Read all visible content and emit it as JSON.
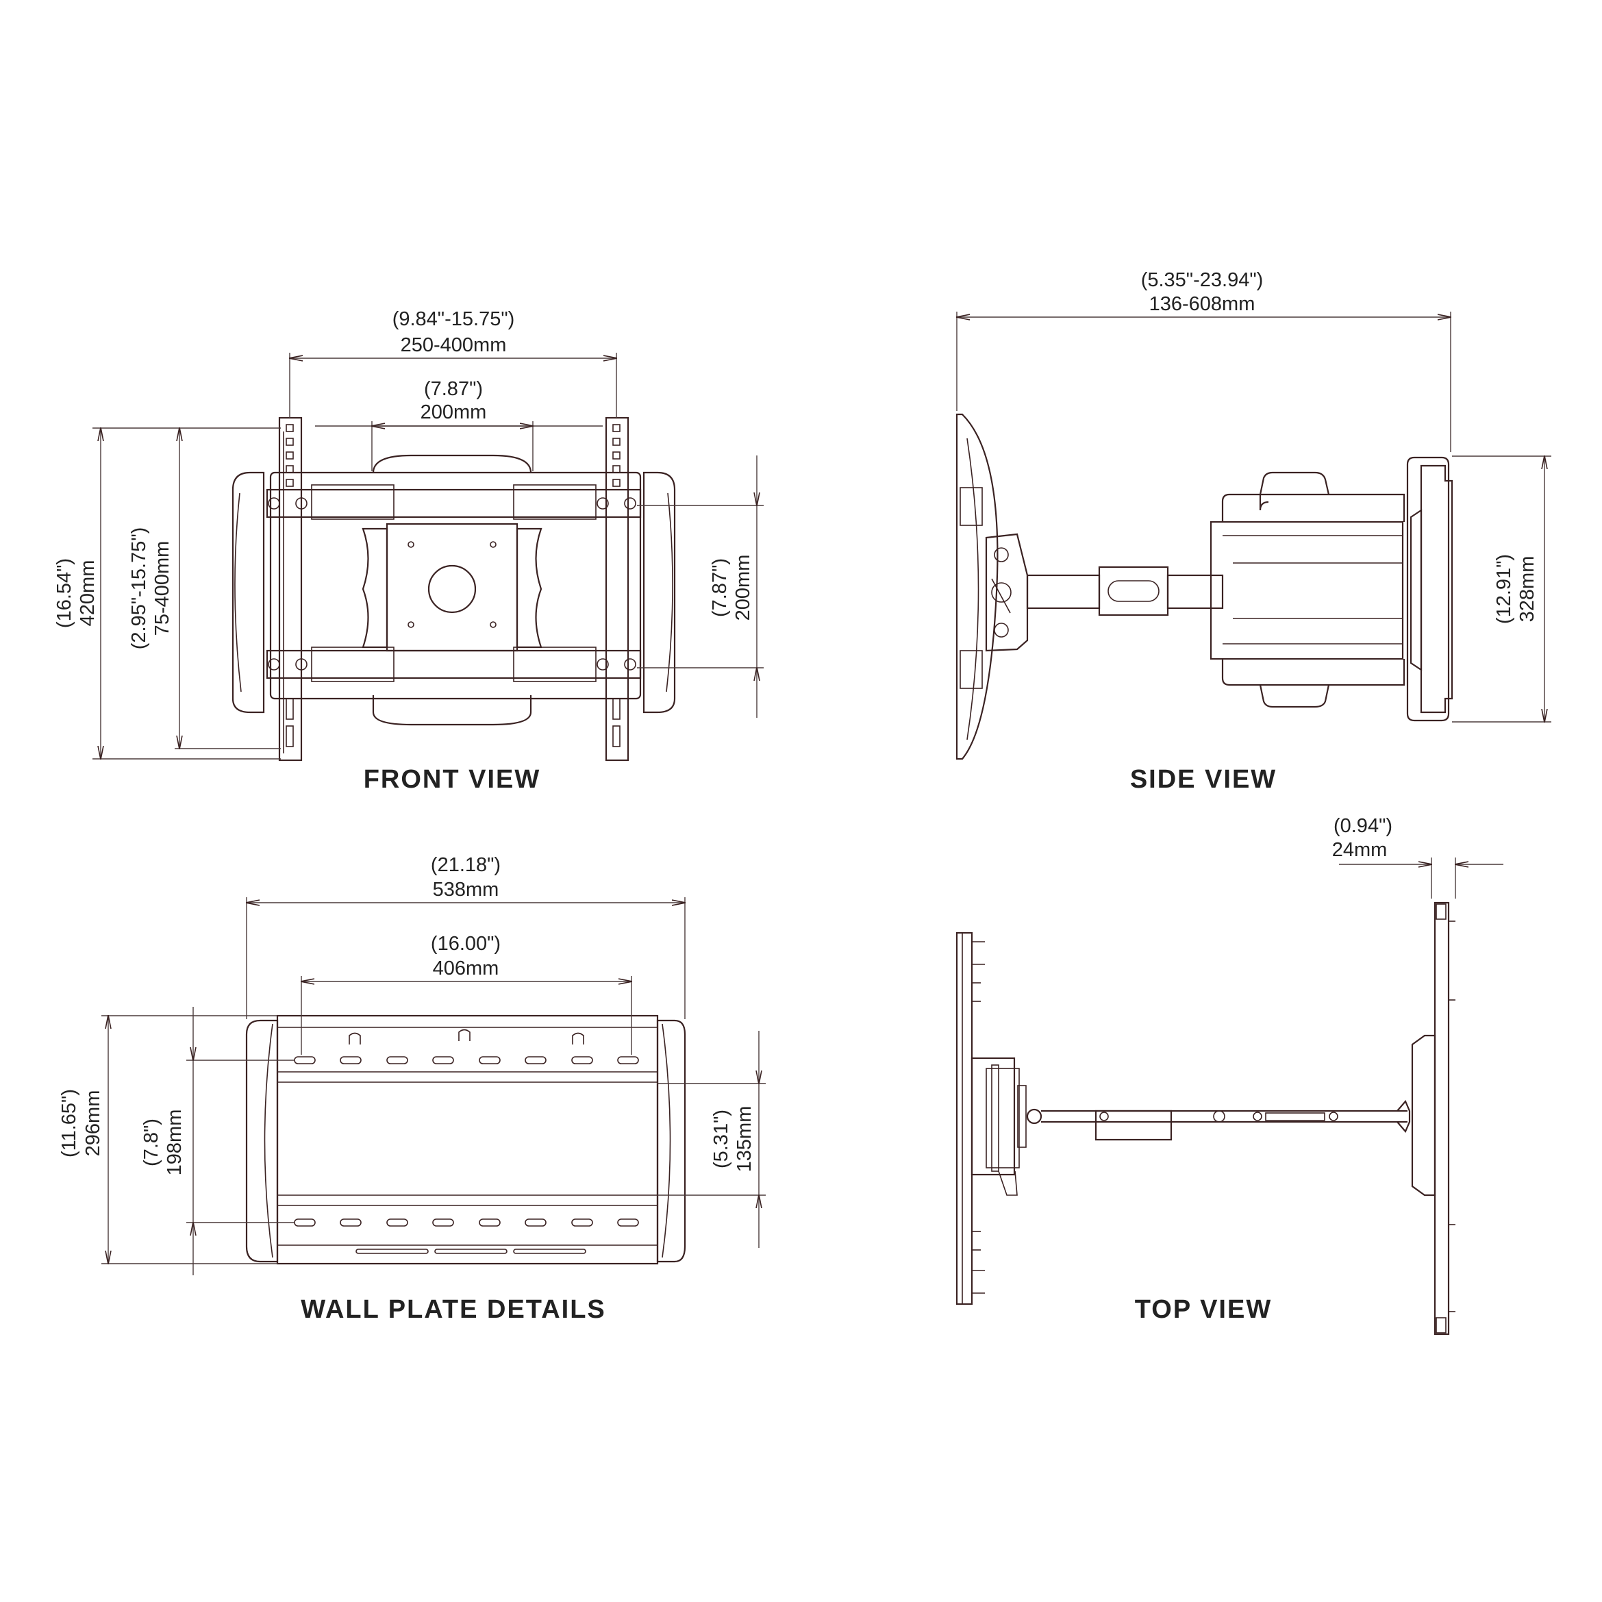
{
  "views": {
    "front": {
      "title": "FRONT VIEW"
    },
    "side": {
      "title": "SIDE VIEW"
    },
    "wall": {
      "title": "WALL PLATE DETAILS"
    },
    "top": {
      "title": "TOP VIEW"
    }
  },
  "dimensions": {
    "front_width_outer_in": "(9.84\"-15.75\")",
    "front_width_outer_mm": "250-400mm",
    "front_width_inner_in": "(7.87\")",
    "front_width_inner_mm": "200mm",
    "front_height_total_in": "(16.54\")",
    "front_height_total_mm": "420mm",
    "front_height_range_in": "(2.95\"-15.75\")",
    "front_height_range_mm": "75-400mm",
    "front_height_right_in": "(7.87\")",
    "front_height_right_mm": "200mm",
    "side_extension_in": "(5.35\"-23.94\")",
    "side_extension_mm": "136-608mm",
    "side_height_in": "(12.91\")",
    "side_height_mm": "328mm",
    "wall_width_total_in": "(21.18\")",
    "wall_width_total_mm": "538mm",
    "wall_width_holes_in": "(16.00\")",
    "wall_width_holes_mm": "406mm",
    "wall_height_total_in": "(11.65\")",
    "wall_height_total_mm": "296mm",
    "wall_height_holes_in": "(7.8\")",
    "wall_height_holes_mm": "198mm",
    "wall_height_inner_in": "(5.31\")",
    "wall_height_inner_mm": "135mm",
    "top_depth_in": "(0.94\")",
    "top_depth_mm": "24mm"
  }
}
